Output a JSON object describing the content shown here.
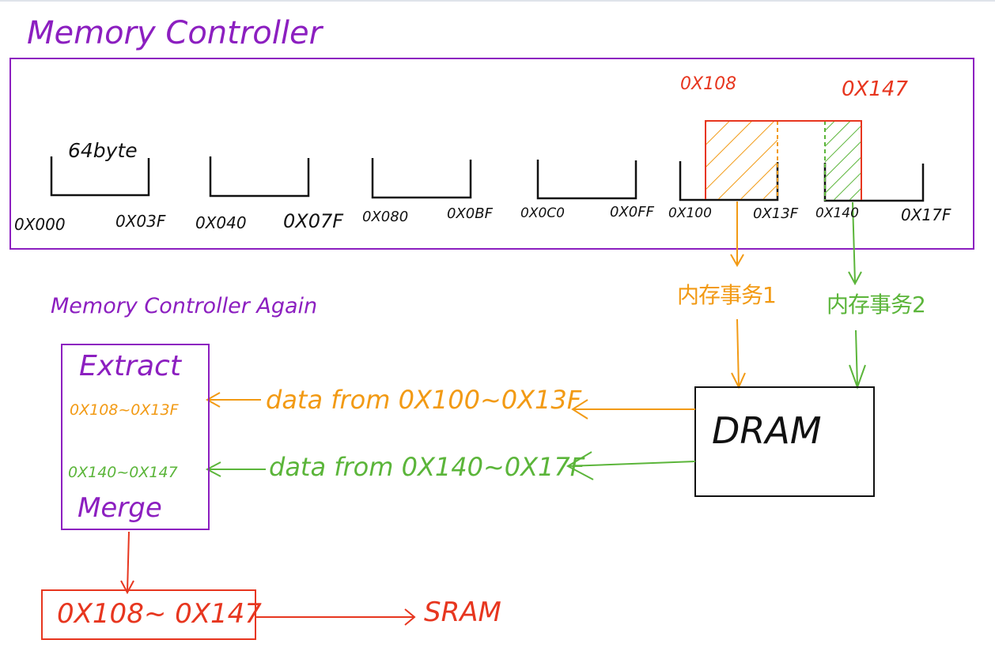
{
  "title": "Memory Controller",
  "block_size_label": "64byte",
  "address_ranges": [
    {
      "start": "0X000",
      "end": "0X03F"
    },
    {
      "start": "0X040",
      "end": "0X07F"
    },
    {
      "start": "0X080",
      "end": "0X0BF"
    },
    {
      "start": "0X0C0",
      "end": "0X0FF"
    },
    {
      "start": "0X100",
      "end": "0X13F"
    },
    {
      "start": "0X140",
      "end": "0X17F"
    }
  ],
  "request_start": "0X108",
  "request_end": "0X147",
  "transaction_1": "内存事务1",
  "transaction_2": "内存事务2",
  "dram_label": "DRAM",
  "again_title": "Memory Controller Again",
  "extract_label": "Extract",
  "extract_range_1": "0X108~0X13F",
  "extract_range_2": "0X140~0X147",
  "merge_label": "Merge",
  "data_from_1": "data from 0X100~0X13F",
  "data_from_2": "data from 0X140~0X17F",
  "merged_range": "0X108~ 0X147",
  "sram_label": "SRAM",
  "colors": {
    "purple": "#8c1fc0",
    "orange": "#f29a14",
    "green": "#5bb53a",
    "red": "#e7361f",
    "black": "#111111"
  }
}
